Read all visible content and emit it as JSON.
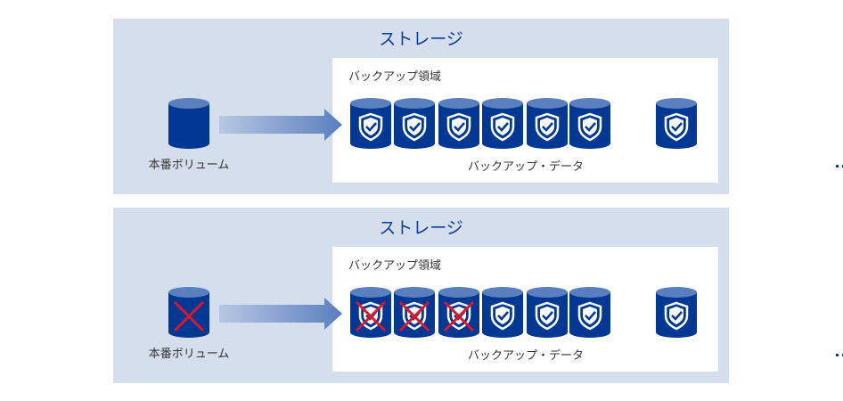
{
  "panels": [
    {
      "title": "ストレージ",
      "source_label": "本番ボリューム",
      "source_broken": false,
      "area_label": "バックアップ領域",
      "data_label": "バックアップ・データ",
      "backups_broken": [
        false,
        false,
        false,
        false,
        false,
        false,
        false
      ]
    },
    {
      "title": "ストレージ",
      "source_label": "本番ボリューム",
      "source_broken": true,
      "area_label": "バックアップ領域",
      "data_label": "バックアップ・データ",
      "backups_broken": [
        true,
        true,
        true,
        false,
        false,
        false,
        false
      ]
    }
  ],
  "colors": {
    "panel": "#d5deec",
    "cylinder": "#003893",
    "cylinder_top": "#5a7fbf",
    "cross": "#e0142a",
    "title": "#0d3d91"
  }
}
